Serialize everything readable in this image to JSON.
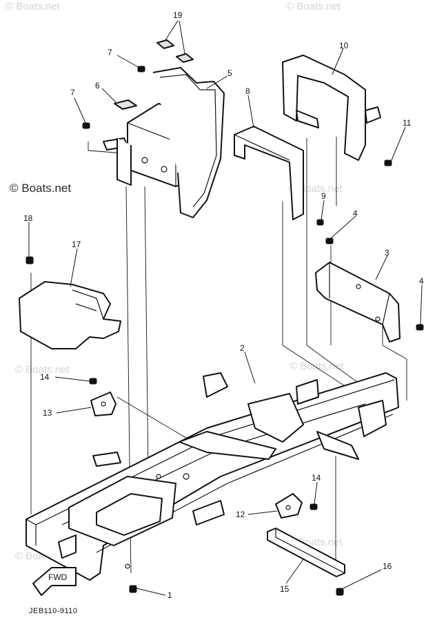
{
  "watermarks": {
    "main": "© Boats.net",
    "faint": "© Boats.net"
  },
  "drawing_code": "JEB110-9110",
  "fwd_label": "FWD",
  "callouts": {
    "p1": "1",
    "p2": "2",
    "p3": "3",
    "p4a": "4",
    "p4b": "4",
    "p5": "5",
    "p6": "6",
    "p7a": "7",
    "p7b": "7",
    "p8": "8",
    "p9": "9",
    "p10": "10",
    "p11": "11",
    "p12": "12",
    "p13": "13",
    "p14a": "14",
    "p14b": "14",
    "p15": "15",
    "p16": "16",
    "p17": "17",
    "p18": "18",
    "p19": "19"
  }
}
